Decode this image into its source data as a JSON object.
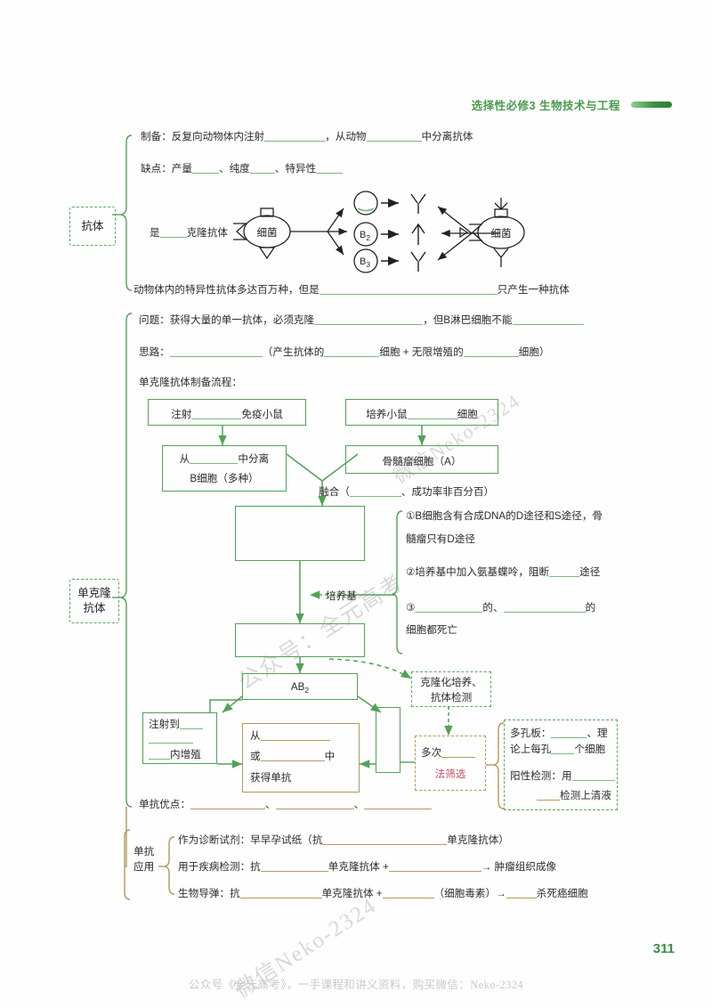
{
  "header": {
    "title": "选择性必修3  生物技术与工程"
  },
  "page_number": "311",
  "footer": "公众号《全元高考》，一手课程和讲义资料，购买微信：Neko-2324",
  "watermarks": {
    "w1": "公众号：全元高考",
    "w2": "微信Neko-2324",
    "w3": "微信Neko-2324"
  },
  "sections": {
    "antibody": {
      "chip_line1": "抗体",
      "line_prep_a": "制备：反复向动物体内注射",
      "line_prep_b": "，从动物",
      "line_prep_c": "中分离抗体",
      "line_flaw_a": "缺点：产量",
      "line_flaw_b": "、纯度",
      "line_flaw_c": "、特异性",
      "line_is_a": "是",
      "line_is_b": "克隆抗体",
      "line_bottom_a": "动物体内的特异性抗体多达百万种，但是",
      "line_bottom_b": "只产生一种抗体",
      "diagram": {
        "bacteria_left": "细菌",
        "bacteria_right": "细菌",
        "b2": "B",
        "b2_sub": "2",
        "b3": "B",
        "b3_sub": "3"
      }
    },
    "monoclonal": {
      "chip_line1": "单克隆",
      "chip_line2": "抗体",
      "question_a": "问题：获得大量的单一抗体，必须克隆",
      "question_b": "，但B淋巴细胞不能",
      "idea_a": "思路：",
      "idea_b": "（产生抗体的",
      "idea_c": "细胞 + 无限增殖的",
      "idea_d": "细胞）",
      "flow_title": "单克隆抗体制备流程：",
      "box_inject_a": "注射",
      "box_inject_b": "免疫小鼠",
      "box_culture_a": "培养小鼠",
      "box_culture_b": "细胞",
      "box_isolate_a": "从",
      "box_isolate_b": "中分离",
      "box_isolate_c": "B细胞（多种）",
      "box_myeloma": "骨髓瘤细胞（A）",
      "fuse_a": "融合（",
      "fuse_b": "、成功率非百分百）",
      "medium_label": "培养基",
      "note1": "①B细胞含有合成DNA的D途径和S途径，骨",
      "note1b": "髓瘤只有D途径",
      "note2_a": "②培养基中加入氨基蝶呤，阻断",
      "note2_b": "途径",
      "note3_a": "③",
      "note3_b": "的、",
      "note3_c": "的",
      "note3_d": "细胞都死亡",
      "box_ab2": "AB",
      "box_ab2_sub": "2",
      "box_inject_to_a": "注射到",
      "box_inject_to_b": "内增殖",
      "box_obtain_a": "从",
      "box_obtain_b": "或",
      "box_obtain_c": "中",
      "box_obtain_d": "获得单抗",
      "clone_box_a": "克隆化培养、",
      "clone_box_b": "抗体检测",
      "screen_a": "多次",
      "screen_b": "法筛选",
      "plate_a": "多孔板：",
      "plate_b": "、理",
      "plate_c": "论上每孔",
      "plate_d": "个细胞",
      "positive_a": "阳性检测：用",
      "positive_b": "检测上清液",
      "merits": "单抗优点："
    },
    "application": {
      "chip_line1": "单抗",
      "chip_line2": "应用",
      "row1_a": "作为诊断试剂：早早孕试纸（抗",
      "row1_b": "单克隆抗体）",
      "row2_a": "用于疾病检测：抗",
      "row2_b": "单克隆抗体 +",
      "row2_c": "→ 肿瘤组织成像",
      "row3_a": "生物导弹：抗",
      "row3_b": "单克隆抗体 +",
      "row3_c": "（细胞毒素）→",
      "row3_d": "杀死癌细胞"
    }
  },
  "colors": {
    "green_line": "#52a256",
    "green_text": "#4a9a4e",
    "red_text": "#c0506a",
    "tan_line": "#b09a5b"
  }
}
